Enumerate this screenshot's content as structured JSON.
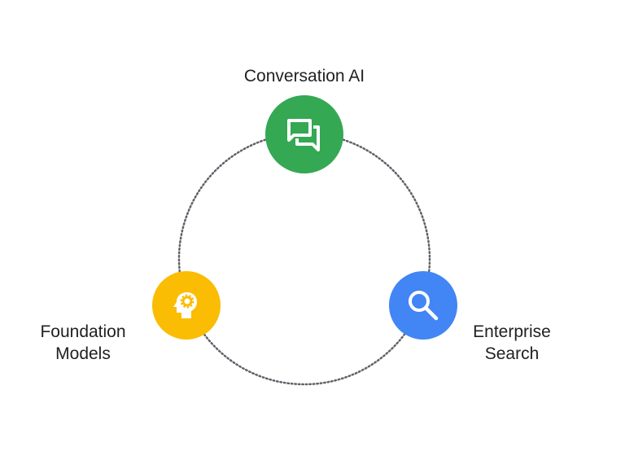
{
  "nodes": {
    "conversation": {
      "label": "Conversation AI",
      "icon": "chat-bubbles-icon",
      "color": "#34a853"
    },
    "foundation": {
      "label_line1": "Foundation",
      "label_line2": "Models",
      "icon": "head-gear-icon",
      "color": "#fbbc04"
    },
    "enterprise": {
      "label_line1": "Enterprise",
      "label_line2": "Search",
      "icon": "search-icon",
      "color": "#4285f4"
    }
  }
}
